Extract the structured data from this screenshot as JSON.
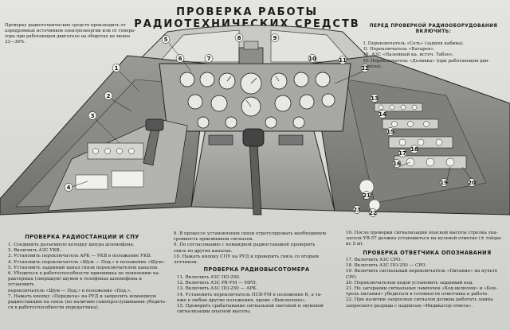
{
  "title": "ПРОВЕРКА РАБОТЫ РАДИОТЕХНИЧЕСКИХ СРЕДСТВ",
  "intro_note": "Проверку радиотехнических средств производить от аэродромных источников электроэнергии или от генера-\nтора при работающем двигателе на оборотах не менее\n33—36%.",
  "pre_check": {
    "heading": "ПЕРЕД ПРОВЕРКОЙ РАДИООБОРУДОВАНИЯ\nВКЛЮЧИТЬ:",
    "items": [
      "I. Переключатель «Сеть» (задняя кабина).",
      "II. Переключатель «Батарея».",
      "III. АЗС «Наземный ка. источ. Табло».",
      "IV. Переключатель «Доливка» (при работающем дви-\nгателе)."
    ]
  },
  "callouts": [
    "1",
    "2",
    "3",
    "4",
    "5",
    "6",
    "7",
    "8",
    "9",
    "10",
    "11",
    "12",
    "13",
    "14",
    "15",
    "16",
    "17",
    "18",
    "19",
    "20",
    "21",
    "22",
    "23"
  ],
  "radio_spu": {
    "heading": "ПРОВЕРКА РАДИОСТАНЦИИ И СПУ",
    "items": [
      "1. Соединить разъемную колодку шнура шлемофона.",
      "2. Включить АЗС УКВ.",
      "3. Установить переключатель АРК — УКВ в положение УКВ.",
      "4. Установить переключатель «Шум — Под.» в положение «Шум».",
      "5. Установить заданный канал связи переключателем каналов.",
      "6. Убедиться в работоспособности приемника по появлению ха-\nрактерных (сверхшум) шумов в телефонах шлемофона и установить\nпереключатель «Шум — Под.» в положение «Под.».",
      "7. Нажать кнопку «Передача» на РУД и запросить командную\nрадиостанцию на связь (по наличию самопрослушивания убедить-\nся в работоспособности передатчика)."
    ]
  },
  "spu_cont": {
    "items": [
      "8. В процессе установления связи отрегулировать необходимую\nгромкость приемником сигналов.",
      "9. По согласованию с командной радиостанцией проверить\nсвязь во других каналах.",
      "10. Нажать кнопку СПУ на РУД и проверить связь со вторым\nлетчиком."
    ]
  },
  "altimeter": {
    "heading": "ПРОВЕРКА РАДИОВЫСОТОМЕРА",
    "items": [
      "11. Включить АЗС ПО-250.",
      "12. Включить АЗС РВ-УМ — МРП.",
      "13. Включить АЗС ПО-250 — АРК.",
      "14. Установить переключатель ПСВ-УМ в положение К, а та-\nкже в любые другие положения, кроме «Выключено».",
      "15. Проверить срабатывание сигнальной световой и звуковой сигнализации опасной высоты."
    ]
  },
  "alt_cont": {
    "text": "16. После проверки сигнализации опасной высоты стрелка ука-\nзателя УВ-57 должна установиться на нулевой отметке (± тolера-\nнс 5 м)."
  },
  "transponder": {
    "heading": "ПРОВЕРКА ОТВЕТЧИКА ОПОЗНАВАНИЯ",
    "items": [
      "17. Включить АЗС СРО.",
      "18. Включить АЗС ПО-250 — СРО.",
      "19. Включить сигнальный переключатель «Питание» на пульте\nСРО.",
      "20. Переключателем кодов установить заданный код.",
      "21. Не загорании сигнальных лампочек «Код включен» и «Кон-\nтроль питания» убедиться в готовности ответчика к работе.",
      "22. При наличии запросных сигналов должна работать лампа\nзапросного разряда с надписью «Индикатор ответа»."
    ]
  }
}
